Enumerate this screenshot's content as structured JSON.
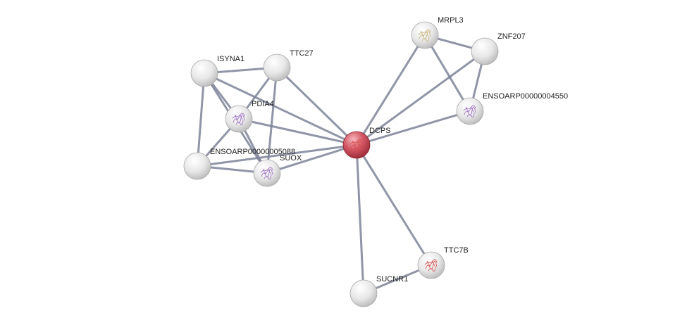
{
  "network": {
    "colors": {
      "edge": "#7d8398",
      "node_default": "#e2e2e2",
      "node_query": "#c8404f",
      "glyph_purple": "#9b6cc3",
      "glyph_tan": "#c9b37a",
      "glyph_red": "#d94a4a"
    },
    "nodes": [
      {
        "id": "DCPS",
        "label": "DCPS",
        "query": true,
        "glyph": "red"
      },
      {
        "id": "ISYNA1",
        "label": "ISYNA1"
      },
      {
        "id": "TTC27",
        "label": "TTC27"
      },
      {
        "id": "PDIA4",
        "label": "PDIA4",
        "glyph": "purple"
      },
      {
        "id": "ENSOARP00000005088",
        "label": "ENSOARP00000005088"
      },
      {
        "id": "SUOX",
        "label": "SUOX",
        "glyph": "purple"
      },
      {
        "id": "MRPL3",
        "label": "MRPL3",
        "glyph": "tan"
      },
      {
        "id": "ZNF207",
        "label": "ZNF207"
      },
      {
        "id": "ENSOARP00000004550",
        "label": "ENSOARP00000004550",
        "glyph": "purple"
      },
      {
        "id": "TTC7B",
        "label": "TTC7B",
        "glyph": "red"
      },
      {
        "id": "SUCNR1",
        "label": "SUCNR1"
      }
    ],
    "edges": [
      [
        "DCPS",
        "ISYNA1"
      ],
      [
        "DCPS",
        "TTC27"
      ],
      [
        "DCPS",
        "PDIA4"
      ],
      [
        "DCPS",
        "ENSOARP00000005088"
      ],
      [
        "DCPS",
        "SUOX"
      ],
      [
        "DCPS",
        "MRPL3"
      ],
      [
        "DCPS",
        "ZNF207"
      ],
      [
        "DCPS",
        "ENSOARP00000004550"
      ],
      [
        "DCPS",
        "TTC7B"
      ],
      [
        "DCPS",
        "SUCNR1"
      ],
      [
        "ISYNA1",
        "TTC27"
      ],
      [
        "ISYNA1",
        "PDIA4"
      ],
      [
        "ISYNA1",
        "ENSOARP00000005088"
      ],
      [
        "ISYNA1",
        "SUOX"
      ],
      [
        "TTC27",
        "PDIA4"
      ],
      [
        "TTC27",
        "SUOX"
      ],
      [
        "PDIA4",
        "ENSOARP00000005088"
      ],
      [
        "PDIA4",
        "SUOX"
      ],
      [
        "ENSOARP00000005088",
        "SUOX"
      ],
      [
        "MRPL3",
        "ZNF207"
      ],
      [
        "MRPL3",
        "ENSOARP00000004550"
      ],
      [
        "ZNF207",
        "ENSOARP00000004550"
      ],
      [
        "TTC7B",
        "SUCNR1"
      ]
    ]
  }
}
